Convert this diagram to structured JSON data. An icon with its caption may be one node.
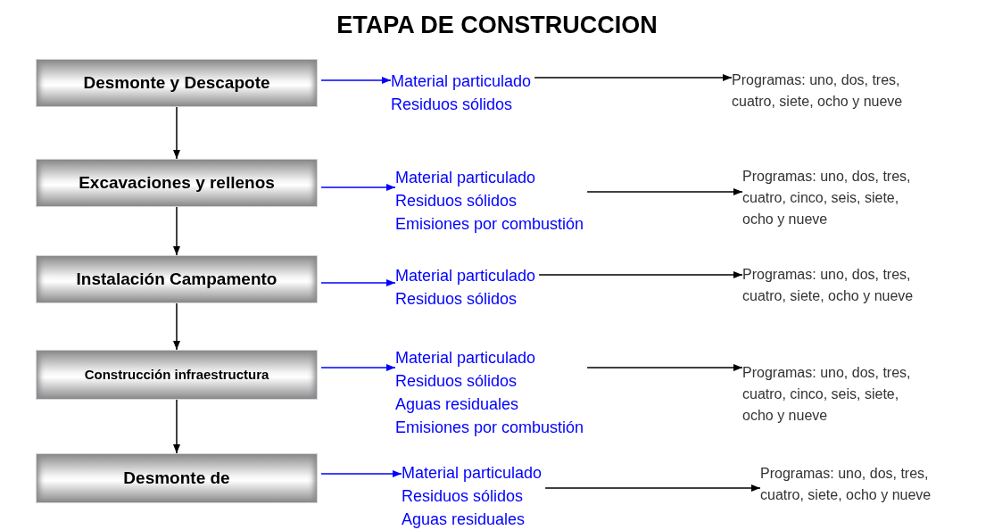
{
  "diagram": {
    "title": "ETAPA DE CONSTRUCCION",
    "nodes": [
      {
        "text": [
          "Desmonte y Descapote"
        ]
      },
      {
        "text": [
          "Material particulado",
          "Residuos sólidos"
        ]
      },
      {
        "text": [
          "Programas: uno, dos, tres, cuatro, siete, ocho y nueve"
        ]
      },
      {
        "text": [
          "Excavaciones y rellenos"
        ]
      },
      {
        "text": [
          "Material particulado",
          "Residuos sólidos",
          "Emisiones por combustión"
        ]
      },
      {
        "text": [
          "Programas: uno, dos, tres, cuatro, cinco, seis, siete, ocho y nueve"
        ]
      },
      {
        "text": [
          "Instalación Campamento"
        ]
      },
      {
        "text": [
          "Material particulado",
          "Residuos sólidos"
        ]
      },
      {
        "text": [
          "Programas: uno, dos, tres, cuatro, siete, ocho y nueve"
        ]
      },
      {
        "text": [
          "Construcción infraestructura"
        ]
      },
      {
        "text": [
          "Material particulado",
          "Residuos sólidos",
          "Aguas residuales",
          "Emisiones por combustión"
        ]
      },
      {
        "text": [
          "Programas: uno, dos, tres, cuatro, cinco, seis, siete, ocho y nueve"
        ]
      },
      {
        "text": [
          "Desmonte de"
        ]
      },
      {
        "text": [
          "Material particulado",
          "Residuos sólidos",
          "Aguas residuales"
        ]
      },
      {
        "text": [
          "Programas: uno, dos, tres, cuatro, siete, ocho y nueve"
        ]
      }
    ],
    "edges": [
      {
        "from": 0,
        "to": 3,
        "arrow": "to"
      },
      {
        "from": 3,
        "to": 6,
        "arrow": "to"
      },
      {
        "from": 6,
        "to": 9,
        "arrow": "to"
      },
      {
        "from": 9,
        "to": 12,
        "arrow": "to"
      },
      {
        "from": 0,
        "to": 1,
        "arrow": "to",
        "color": "#0000ff"
      },
      {
        "from": 1,
        "to": 2,
        "arrow": "to"
      },
      {
        "from": 3,
        "to": 4,
        "arrow": "to",
        "color": "#0000ff"
      },
      {
        "from": 4,
        "to": 5,
        "arrow": "to"
      },
      {
        "from": 6,
        "to": 7,
        "arrow": "to",
        "color": "#0000ff"
      },
      {
        "from": 7,
        "to": 8,
        "arrow": "to"
      },
      {
        "from": 9,
        "to": 10,
        "arrow": "to",
        "color": "#0000ff"
      },
      {
        "from": 10,
        "to": 11,
        "arrow": "to"
      },
      {
        "from": 12,
        "to": 13,
        "arrow": "to",
        "color": "#0000ff"
      },
      {
        "from": 13,
        "to": 14,
        "arrow": "to"
      }
    ]
  }
}
